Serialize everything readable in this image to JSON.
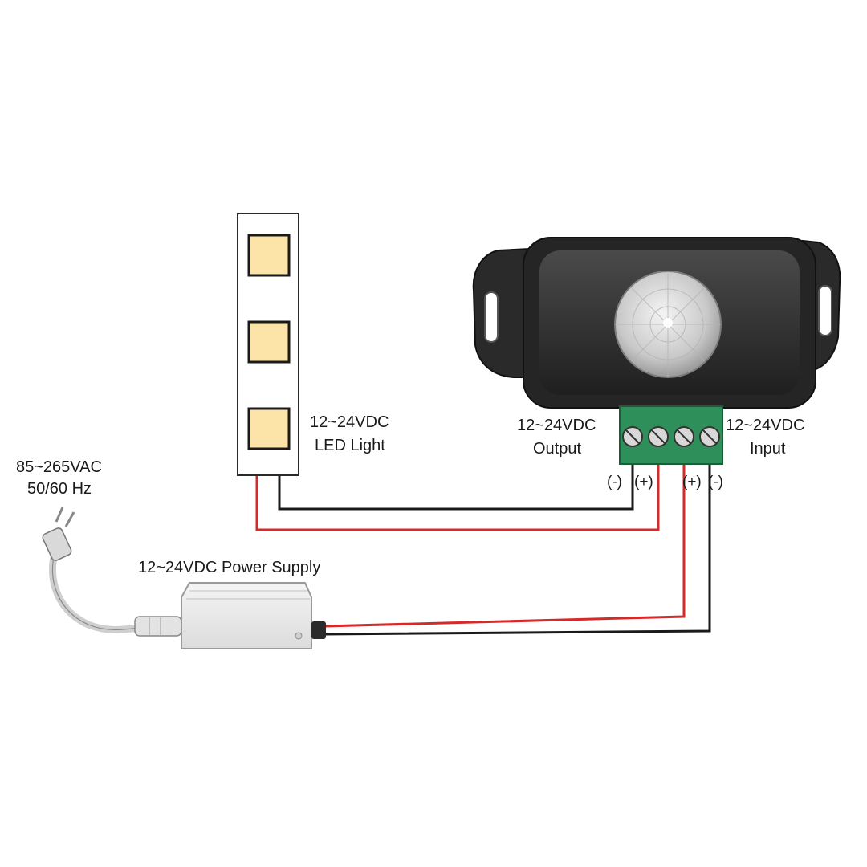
{
  "led_strip": {
    "label_line1": "12~24VDC",
    "label_line2": "LED Light",
    "led_color": "#fce3a8",
    "led_count": 3
  },
  "ac_input": {
    "label_line1": "85~265VAC",
    "label_line2": "50/60 Hz"
  },
  "power_supply": {
    "label": "12~24VDC Power Supply"
  },
  "sensor": {
    "output_label_line1": "12~24VDC",
    "output_label_line2": "Output",
    "input_label_line1": "12~24VDC",
    "input_label_line2": "Input",
    "terminal_color": "#2f8f5a"
  },
  "terminals": {
    "out_neg": "(-)",
    "out_pos": "(+)",
    "in_pos": "(+)",
    "in_neg": "(-)"
  },
  "wire_colors": {
    "positive": "#d42a2a",
    "negative": "#1a1a1a"
  }
}
